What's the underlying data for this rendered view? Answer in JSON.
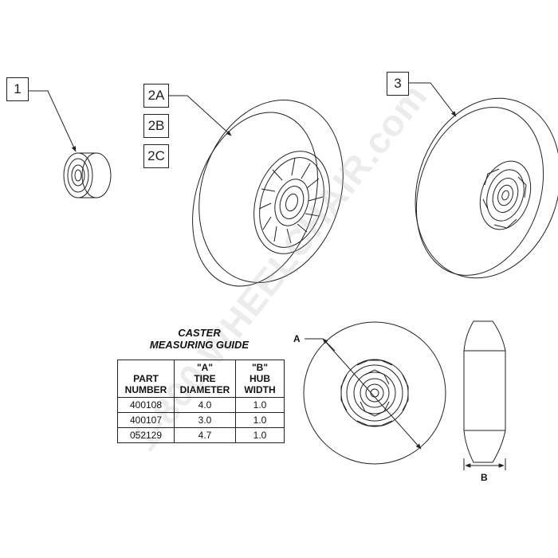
{
  "callouts": {
    "c1": "1",
    "c2a": "2A",
    "c2b": "2B",
    "c2c": "2C",
    "c3": "3"
  },
  "guide": {
    "title_line1": "CASTER",
    "title_line2": "MEASURING GUIDE",
    "columns": [
      {
        "lines": [
          "PART",
          "NUMBER"
        ]
      },
      {
        "lines": [
          "\"A\"",
          "TIRE",
          "DIAMETER"
        ]
      },
      {
        "lines": [
          "\"B\"",
          "HUB",
          "WIDTH"
        ]
      }
    ],
    "rows": [
      [
        "400108",
        "4.0",
        "1.0"
      ],
      [
        "400107",
        "3.0",
        "1.0"
      ],
      [
        "052129",
        "4.7",
        "1.0"
      ]
    ]
  },
  "dimensions": {
    "a_label": "A",
    "b_label": "B"
  },
  "watermark": "1-800 WHEELCHAIR.com",
  "colors": {
    "line": "#222222",
    "fill": "#ffffff"
  }
}
